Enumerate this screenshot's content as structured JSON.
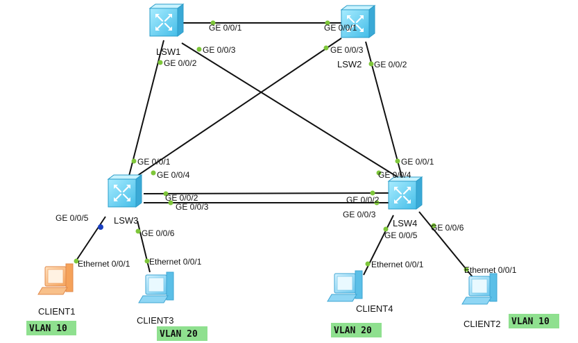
{
  "devices": {
    "lsw1": {
      "name": "LSW1"
    },
    "lsw2": {
      "name": "LSW2"
    },
    "lsw3": {
      "name": "LSW3"
    },
    "lsw4": {
      "name": "LSW4"
    },
    "client1": {
      "name": "CLIENT1",
      "vlan": "VLAN 10"
    },
    "client2": {
      "name": "CLIENT2",
      "vlan": "VLAN 10"
    },
    "client3": {
      "name": "CLIENT3",
      "vlan": "VLAN 20"
    },
    "client4": {
      "name": "CLIENT4",
      "vlan": "VLAN 20"
    }
  },
  "ports": {
    "lsw1_g1": "GE 0/0/1",
    "lsw1_g3": "GE 0/0/3",
    "lsw1_g2": "GE 0/0/2",
    "lsw2_g1": "GE 0/0/1",
    "lsw2_g3": "GE 0/0/3",
    "lsw2_g2": "GE 0/0/2",
    "lsw3_g1": "GE 0/0/1",
    "lsw3_g4": "GE 0/0/4",
    "lsw3_g2": "GE 0/0/2",
    "lsw3_g3": "GE 0/0/3",
    "lsw3_g5": "GE 0/0/5",
    "lsw3_g6": "GE 0/0/6",
    "lsw4_g1": "GE 0/0/1",
    "lsw4_g4": "GE 0/0/4",
    "lsw4_g2": "GE 0/0/2",
    "lsw4_g3": "GE 0/0/3",
    "lsw4_g5": "GE 0/0/5",
    "lsw4_g6": "GE 0/0/6",
    "client1_eth": "Ethernet 0/0/1",
    "client3_eth": "Ethernet 0/0/1",
    "client4_eth": "Ethernet 0/0/1",
    "client2_eth": "Ethernet 0/0/1"
  },
  "colors": {
    "link": "#111111",
    "port_up": "#7ec63a",
    "port_down": "#1a3fbf",
    "vlan_badge": "#8fe08f",
    "switch_fill": "#6ad0f2",
    "pc_fill": "#9fdcf6",
    "pc_inactive_fill": "#f7b676"
  },
  "icons": {
    "switch": "switch-icon",
    "client": "computer-icon",
    "client_inactive": "computer-inactive-icon"
  }
}
